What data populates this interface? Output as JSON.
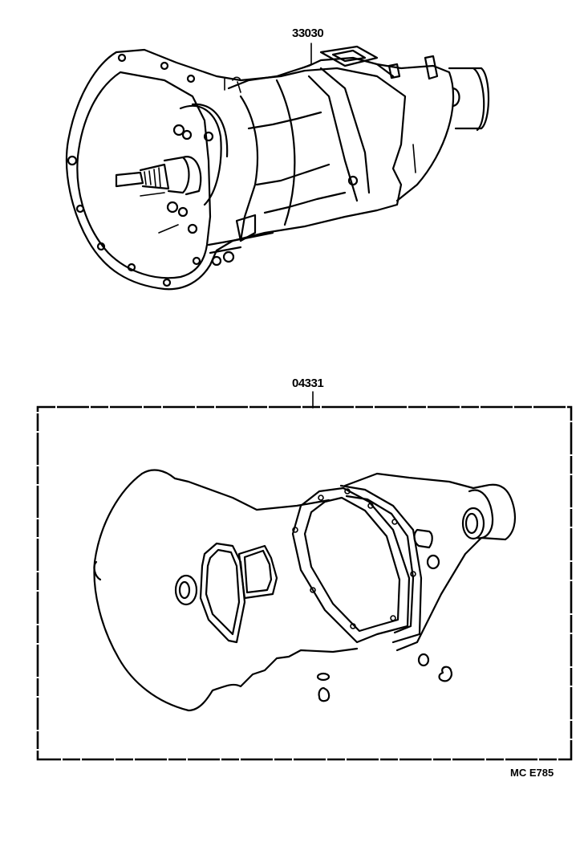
{
  "diagram": {
    "type": "exploded parts illustration",
    "subject": "manual transmission assembly",
    "background_color": "#ffffff",
    "line_color": "#000000",
    "parts": [
      {
        "part_number": "33030",
        "description": "transmission assembly"
      },
      {
        "part_number": "04331",
        "description": "gasket kit (boxed group)"
      }
    ],
    "reference_code": "MC  E785"
  }
}
